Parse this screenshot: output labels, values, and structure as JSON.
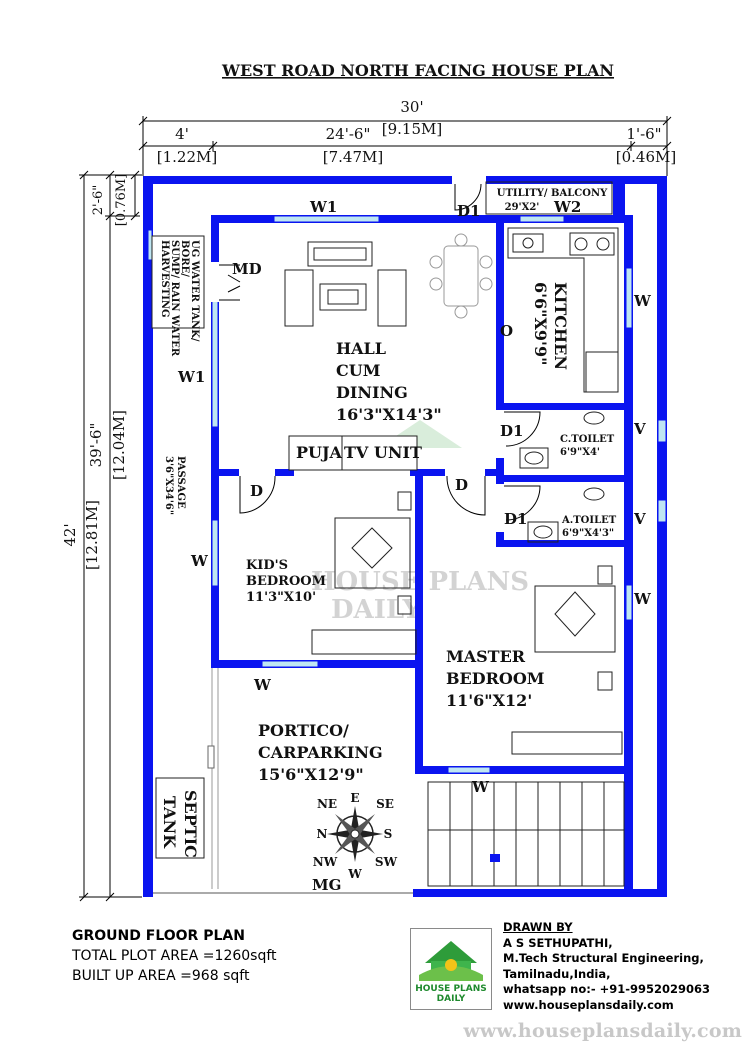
{
  "title": "WEST ROAD NORTH FACING HOUSE PLAN",
  "dimensions": {
    "total_width": "30'",
    "total_width_m": "[9.15M]",
    "seg_left": "4'",
    "seg_left_m": "[1.22M]",
    "seg_mid": "24'-6\"",
    "seg_mid_m": "[7.47M]",
    "seg_right": "1'-6\"",
    "seg_right_m": "[0.46M]",
    "total_depth": "42'",
    "total_depth_m": "[12.81M]",
    "depth_main": "39'-6\"",
    "depth_main_m": "[12.04M]",
    "depth_top": "2'-6\"",
    "depth_top_m": "[0.76M]"
  },
  "rooms": {
    "utility": {
      "name": "UTILITY/ BALCONY",
      "size": "29'X2'"
    },
    "kitchen": {
      "name": "KITCHEN",
      "size": "6'6\"X9'9\""
    },
    "hall": {
      "line1": "HALL",
      "line2": "CUM",
      "line3": "DINING",
      "size": "16'3\"X14'3\""
    },
    "puja": "PUJA",
    "tv_unit": "TV UNIT",
    "c_toilet": {
      "name": "C.TOILET",
      "size": "6'9\"X4'"
    },
    "a_toilet": {
      "name": "A.TOILET",
      "size": "6'9\"X4'3\""
    },
    "kids_bedroom": {
      "line1": "KID'S",
      "line2": "BEDROOM",
      "size": "11'3\"X10'"
    },
    "master_bedroom": {
      "line1": "MASTER",
      "line2": "BEDROOM",
      "size": "11'6\"X12'"
    },
    "passage": {
      "name": "PASSAGE",
      "size": "3'6\"X34'6\""
    },
    "portico": {
      "line1": "PORTICO/",
      "line2": "CARPARKING",
      "size": "15'6\"X12'9\""
    },
    "septic": {
      "line1": "SEPTIC",
      "line2": "TANK"
    },
    "ug_tank": {
      "line1": "UG WATER TANK/",
      "line2": "BORE/",
      "line3": "SUMP/ RAIN WATER",
      "line4": "HARVESTING"
    }
  },
  "labels": {
    "w1_top": "W1",
    "w1_left": "W1",
    "w2": "W2",
    "d1_top": "D1",
    "md": "MD",
    "o": "O",
    "w_kitchen": "W",
    "d1_ctoilet": "D1",
    "v_ctoilet": "V",
    "d1_atoilet": "D1",
    "v_atoilet": "V",
    "d_kids": "D",
    "d_master": "D",
    "w_kids_left": "W",
    "w_kids_bottom": "W",
    "w_master_right": "W",
    "w_stair": "W",
    "mg": "MG"
  },
  "compass": {
    "N": "N",
    "S": "S",
    "E": "E",
    "W": "W",
    "NE": "NE",
    "NW": "NW",
    "SE": "SE",
    "SW": "SW"
  },
  "footer": {
    "plan_title": "GROUND FLOOR PLAN",
    "plot_area": "TOTAL PLOT AREA =1260sqft",
    "built_area": "BUILT UP AREA =968 sqft",
    "drawn_by": "DRAWN BY",
    "designer": "A S SETHUPATHI,",
    "degree": "M.Tech Structural Engineering,",
    "location": "Tamilnadu,India,",
    "whatsapp": "whatsapp no:- +91-9952029063",
    "website_small": "www.houseplansdaily.com",
    "logo_line1": "HOUSE PLANS",
    "logo_line2": "DAILY",
    "website_big": "www.houseplansdaily.com",
    "watermark_line1": "HOUSE PLANS",
    "watermark_line2": "DAILY"
  },
  "colors": {
    "wall": "#0a14f0",
    "window": "#bfe6f2",
    "text": "#111111",
    "brand": "#1f8a2e"
  }
}
